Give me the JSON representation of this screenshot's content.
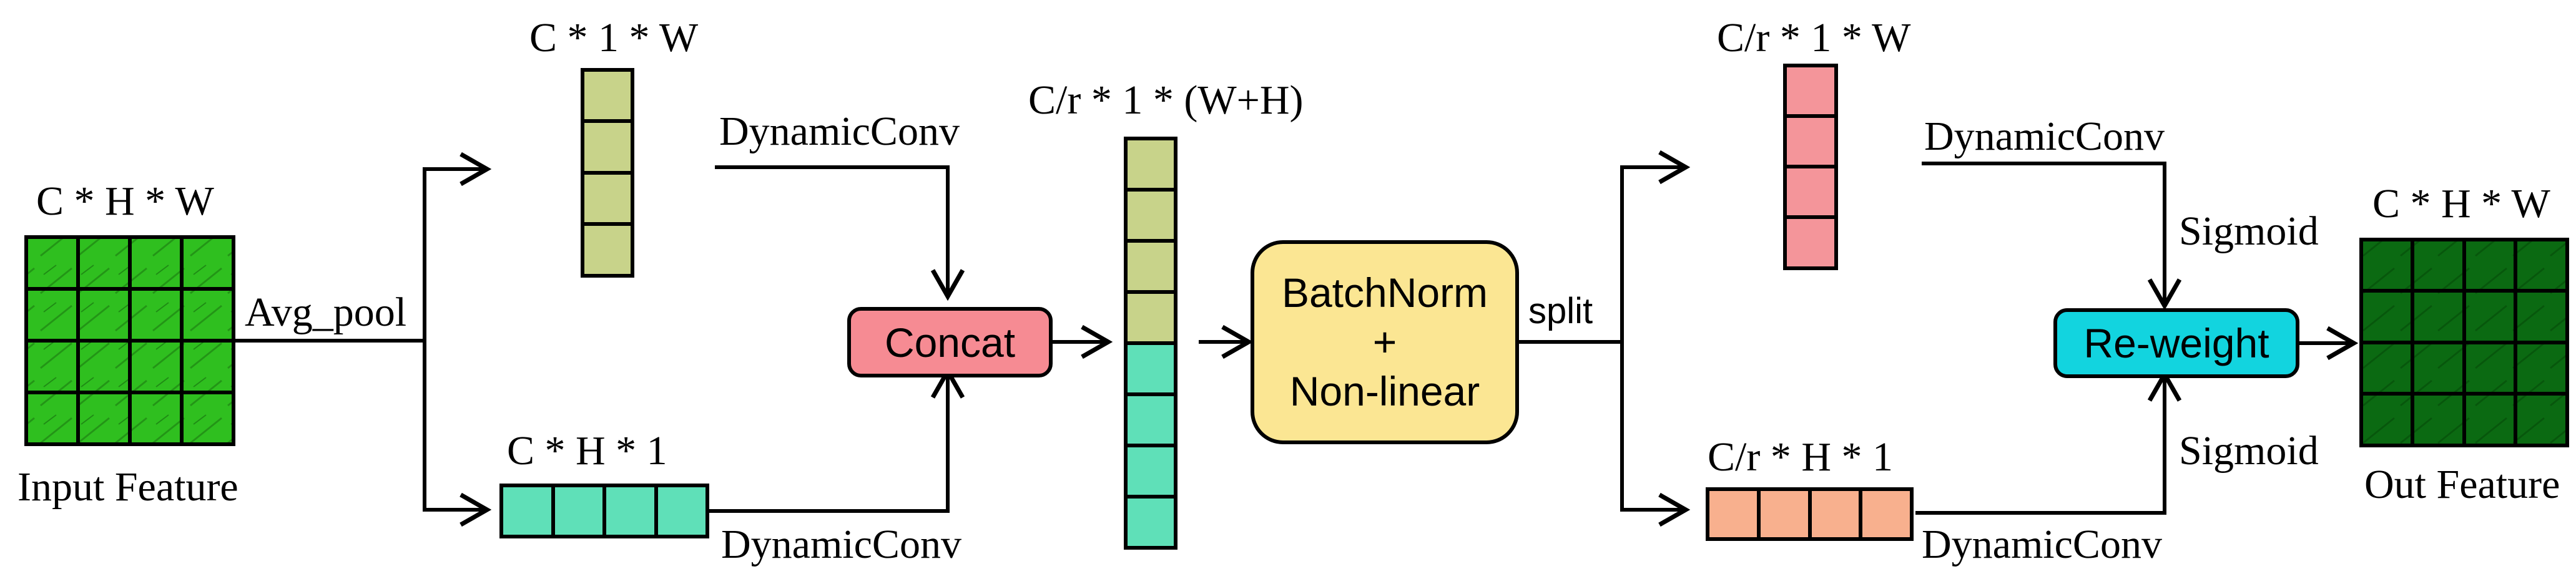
{
  "colors": {
    "input_green": "#2fbf1f",
    "output_green": "#0b6a12",
    "olive_cell": "#c8d38a",
    "teal_cell": "#5fe0b8",
    "pink_cell": "#f4959a",
    "salmon_cell": "#f8b08e",
    "concat_fill": "#f68b93",
    "batchnorm_fill": "#fbe693",
    "reweight_fill": "#12d4df",
    "line": "#000000"
  },
  "labels": {
    "input_dims": "C * H * W",
    "input_caption": "Input Feature",
    "avg_pool": "Avg_pool",
    "top_vec_dims": "C * 1 * W",
    "bottom_vec_dims": "C * H * 1",
    "dynconv_top_left": "DynamicConv",
    "dynconv_bottom_left": "DynamicConv",
    "concat": "Concat",
    "cat_dims": "C/r * 1 * (W+H)",
    "batchnorm_line1": "BatchNorm",
    "batchnorm_plus": "+",
    "batchnorm_line2": "Non-linear",
    "split": "split",
    "top_r_dims": "C/r * 1 * W",
    "bottom_r_dims": "C/r * H * 1",
    "dynconv_top_right": "DynamicConv",
    "dynconv_bottom_right": "DynamicConv",
    "sigmoid_top": "Sigmoid",
    "sigmoid_bottom": "Sigmoid",
    "reweight": "Re-weight",
    "output_dims": "C * H * W",
    "output_caption": "Out Feature"
  },
  "icons": [
    "arrow-right-icon",
    "arrow-up-icon",
    "arrow-down-icon"
  ]
}
